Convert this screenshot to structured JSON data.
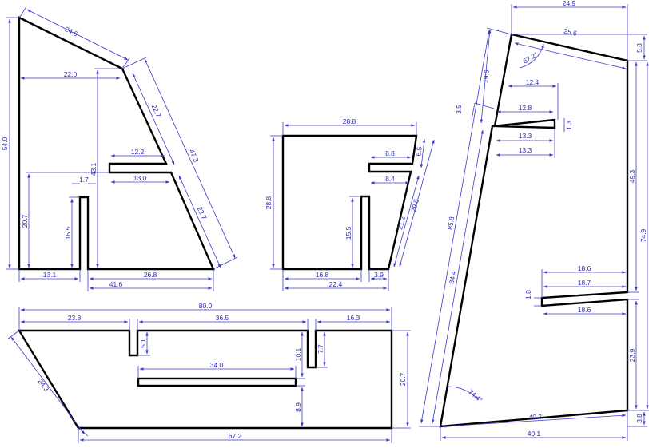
{
  "colors": {
    "outline": "#000000",
    "dimension": "#3a3acb",
    "background": "#ffffff"
  },
  "parts": {
    "part_a": {
      "dims": {
        "d1": "24.6",
        "d2": "54.0",
        "d3": "22.0",
        "d4": "22.7",
        "d5": "47.3",
        "d6": "43.1",
        "d7": "12.2",
        "d8": "13.0",
        "d9": "1.7",
        "d10": "20.7",
        "d11": "15.5",
        "d12": "22.7",
        "d13": "13.1",
        "d14": "26.8",
        "d15": "41.6"
      }
    },
    "part_b": {
      "dims": {
        "d1": "28.8",
        "d2": "28.8",
        "d3": "8.8",
        "d4": "6.5",
        "d5": "8.4",
        "d6": "29.5",
        "d7": "21.2",
        "d8": "15.5",
        "d9": "16.8",
        "d10": "3.9",
        "d11": "22.4"
      }
    },
    "part_c": {
      "dims": {
        "d1": "80.0",
        "d2": "23.8",
        "d3": "36.5",
        "d4": "16.3",
        "d5": "5.1",
        "d6": "7.7",
        "d7": "10.1",
        "d8": "34.0",
        "d9": "24.3",
        "d10": "20.7",
        "d11": "8.9",
        "d12": "67.2"
      }
    },
    "part_d": {
      "dims": {
        "d1": "24.9",
        "d2": "5.8",
        "d3": "25.6",
        "d4": "19.6",
        "d5": "67.2°",
        "d6": "12.4",
        "d7": "3.5",
        "d8": "12.8",
        "d9": "1.3",
        "d10": "13.3",
        "d11": "13.3",
        "d12": "49.3",
        "d13": "85.8",
        "d14": "74.9",
        "d15": "84.4",
        "d16": "18.6",
        "d17": "1.8",
        "d18": "18.7",
        "d19": "18.6",
        "d20": "23.9",
        "d21": "74.4°",
        "d22": "40.3",
        "d23": "3.8",
        "d24": "40.1"
      }
    }
  }
}
